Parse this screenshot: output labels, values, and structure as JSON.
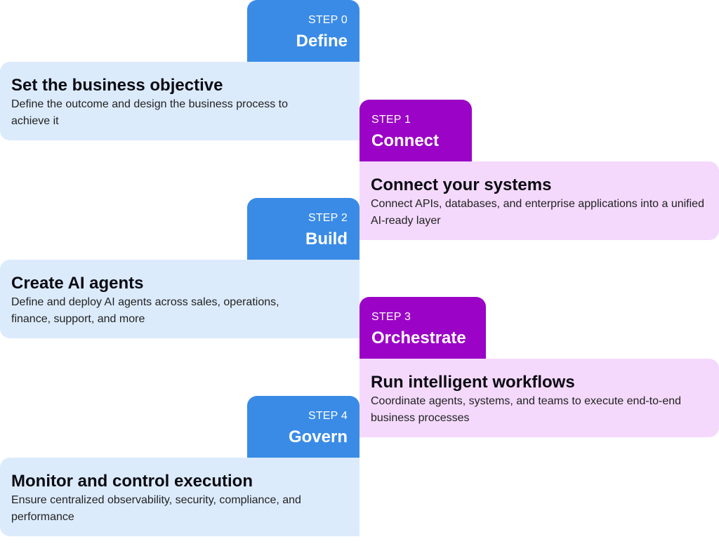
{
  "colors": {
    "blue": "#3a8be6",
    "light_blue": "#dcebfc",
    "purple": "#9b04c6",
    "light_purple": "#f4d9fc"
  },
  "steps": [
    {
      "label": "STEP 0",
      "name": "Define",
      "title": "Set the business objective",
      "description": "Define the outcome and design the business process to achieve it"
    },
    {
      "label": "STEP 1",
      "name": "Connect",
      "title": "Connect your systems",
      "description": "Connect APIs, databases, and enterprise applications into a unified AI-ready layer"
    },
    {
      "label": "STEP 2",
      "name": "Build",
      "title": "Create AI agents",
      "description": "Define and deploy AI agents across sales, operations, finance, support, and more"
    },
    {
      "label": "STEP 3",
      "name": "Orchestrate",
      "title": "Run intelligent workflows",
      "description": "Coordinate agents, systems, and teams to execute end-to-end business processes"
    },
    {
      "label": "STEP 4",
      "name": "Govern",
      "title": "Monitor and control execution",
      "description": "Ensure centralized observability, security, compliance, and performance"
    }
  ]
}
